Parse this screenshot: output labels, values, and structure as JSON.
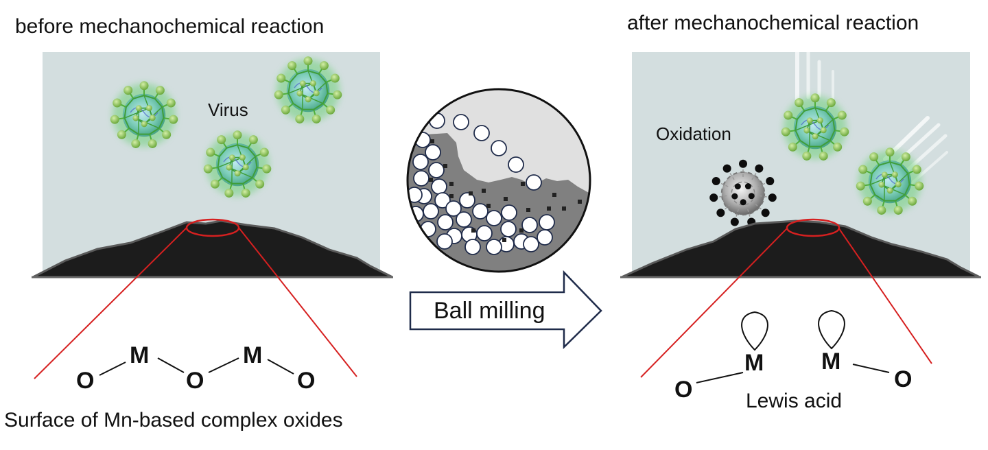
{
  "left": {
    "title": "before mechanochemical reaction",
    "virus_label": "Virus",
    "caption": "Surface of Mn-based complex oxides",
    "structure": [
      "O",
      "M",
      "O",
      "M",
      "O"
    ]
  },
  "middle": {
    "arrow_label": "Ball milling"
  },
  "right": {
    "title": "after mechanochemical reaction",
    "oxidation_label": "Oxidation",
    "structure": [
      "O",
      "M",
      "M",
      "O"
    ],
    "lewis_label": "Lewis acid"
  },
  "colors": {
    "panel_bg": "#d3dedf",
    "ground": "#1c1c1c",
    "highlight": "#d62020",
    "virus_core": "#6ec8a8",
    "virus_spike": "#8cc152",
    "mill_powder": "#808080",
    "mill_empty": "#e0e0e0",
    "arrow_outline": "#1f2b4a"
  }
}
